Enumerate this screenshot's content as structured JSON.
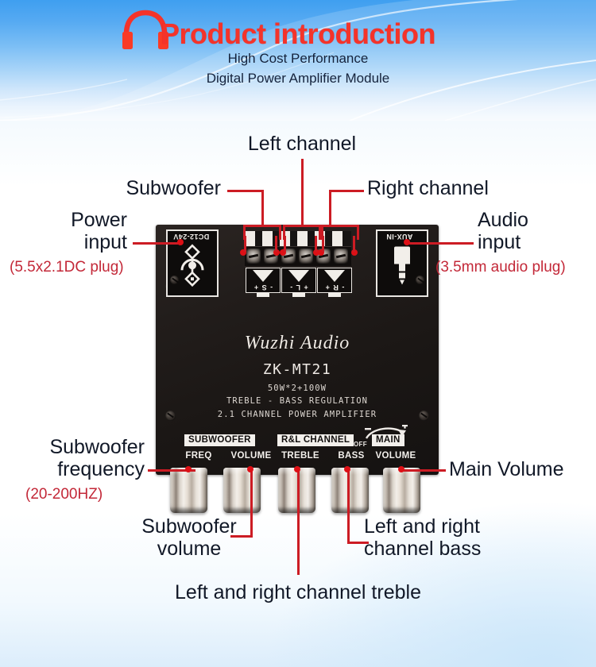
{
  "banner": {
    "title": "Product introduction",
    "subtitle_line1": "High Cost Performance",
    "subtitle_line2": "Digital Power Amplifier Module",
    "icon": "headphone-icon",
    "title_color": "#f4332a",
    "bg_top_color": "#3f9ff0",
    "bg_bottom_color": "#f7fbfe"
  },
  "callouts": {
    "left_channel": "Left channel",
    "subwoofer": "Subwoofer",
    "right_channel": "Right channel",
    "power_input_line1": "Power",
    "power_input_line2": "input",
    "power_input_note": "(5.5x2.1DC plug)",
    "audio_input_line1": "Audio",
    "audio_input_line2": "input",
    "audio_input_note": "(3.5mm audio plug)",
    "subwoofer_frequency_line1": "Subwoofer",
    "subwoofer_frequency_line2": "frequency",
    "subwoofer_frequency_note": "(20-200HZ)",
    "subwoofer_volume_line1": "Subwoofer",
    "subwoofer_volume_line2": "volume",
    "main_volume": "Main Volume",
    "channel_bass_line1": "Left and right",
    "channel_bass_line2": "channel bass",
    "channel_treble": "Left and right channel treble",
    "note_color": "#c32838",
    "leader_color": "#cc1c24",
    "text_color": "#111827"
  },
  "board": {
    "brand": "Wuzhi Audio",
    "model": "ZK-MT21",
    "spec_power": "50W*2+100W",
    "spec_regulation": "TREBLE - BASS REGULATION",
    "spec_channel": "2.1 CHANNEL POWER AMPLIFIER",
    "power_port_label": "DC12-24V",
    "aux_port_label": "AUX-IN",
    "terminals": [
      {
        "name": "subwoofer-terminal",
        "polarity": "- S +"
      },
      {
        "name": "left-terminal",
        "polarity": "+ L -"
      },
      {
        "name": "right-terminal",
        "polarity": "- R +"
      }
    ],
    "control_groups": [
      {
        "name": "subwoofer-group",
        "label": "SUBWOOFER"
      },
      {
        "name": "rl-channel-group",
        "label": "R&L CHANNEL"
      },
      {
        "name": "main-group",
        "label": "MAIN"
      }
    ],
    "knobs": [
      {
        "name": "subwoofer-freq-knob",
        "label": "FREQ"
      },
      {
        "name": "subwoofer-volume-knob",
        "label": "VOLUME"
      },
      {
        "name": "treble-knob",
        "label": "TREBLE"
      },
      {
        "name": "bass-knob",
        "label": "BASS"
      },
      {
        "name": "main-volume-knob",
        "label": "VOLUME"
      }
    ],
    "off_marker": "OFF",
    "pcb_color": "#221d1b",
    "silkscreen_color": "#efeae4"
  }
}
